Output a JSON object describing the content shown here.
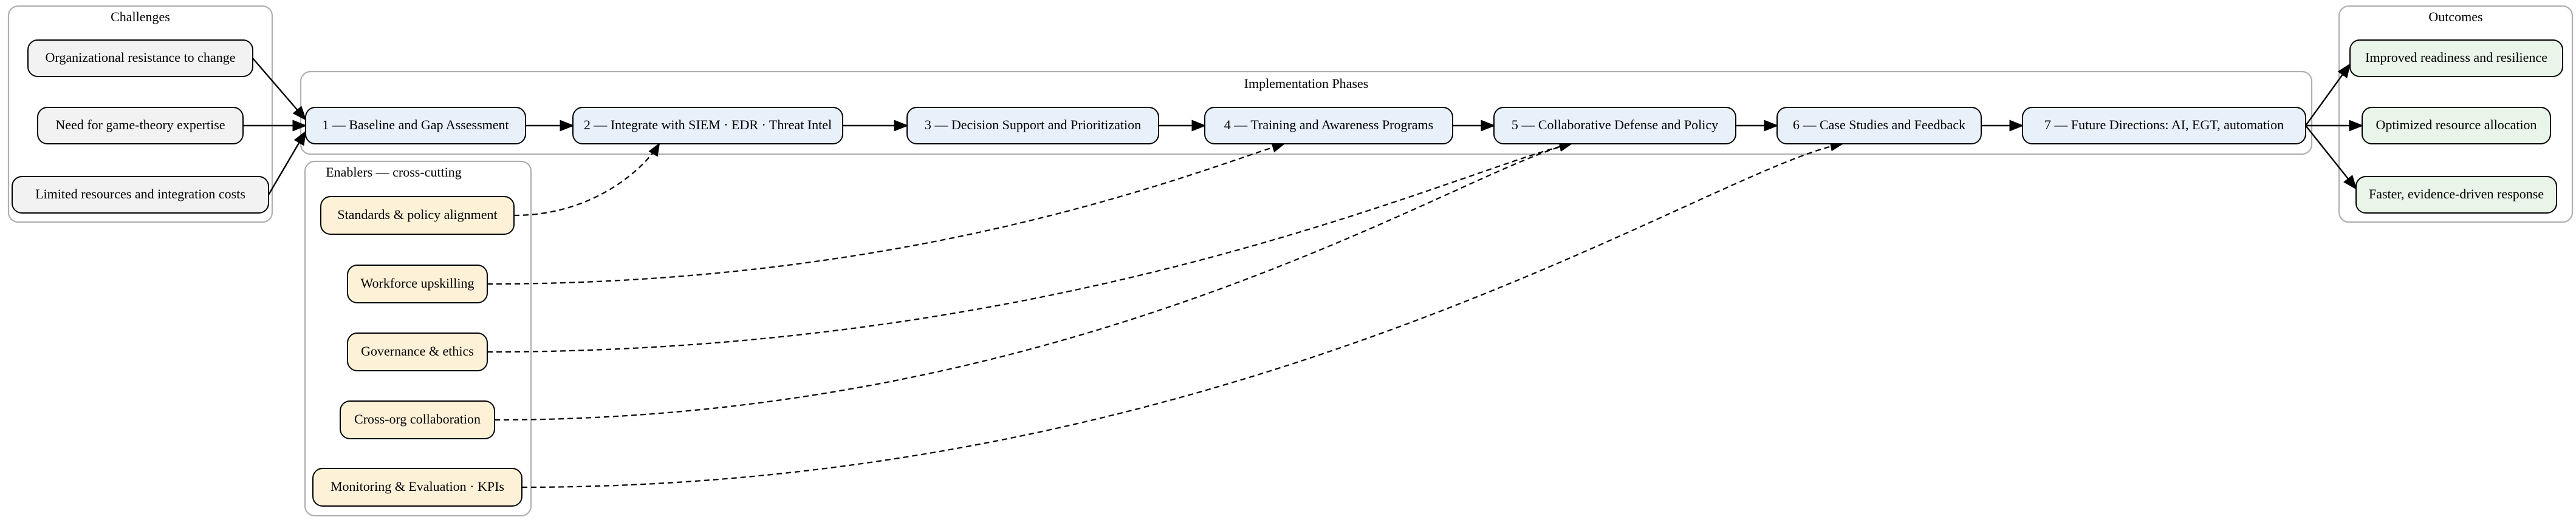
{
  "colors": {
    "challenge_fill": "#f2f2f2",
    "phase_fill": "#e8f0fa",
    "enabler_fill": "#fdf1d8",
    "outcome_fill": "#e8f5e8",
    "cluster_border": "#b0b0b0",
    "edge": "#000000"
  },
  "clusters": {
    "challenges": "Challenges",
    "phases": "Implementation Phases",
    "enablers": "Enablers — cross-cutting",
    "outcomes": "Outcomes"
  },
  "challenges": [
    "Organizational resistance to change",
    "Need for game-theory expertise",
    "Limited resources and integration costs"
  ],
  "phases": [
    "1 — Baseline and Gap Assessment",
    "2 — Integrate with SIEM · EDR · Threat Intel",
    "3 — Decision Support and Prioritization",
    "4 — Training and Awareness Programs",
    "5 — Collaborative Defense and Policy",
    "6 — Case Studies and Feedback",
    "7 — Future Directions: AI, EGT, automation"
  ],
  "enablers": [
    "Standards & policy alignment",
    "Workforce upskilling",
    "Governance & ethics",
    "Cross-org collaboration",
    "Monitoring & Evaluation · KPIs"
  ],
  "outcomes": [
    "Improved readiness and resilience",
    "Optimized resource allocation",
    "Faster, evidence-driven response"
  ],
  "edges": [
    {
      "from": "challenge-0",
      "to": "phase-0",
      "style": "solid"
    },
    {
      "from": "challenge-1",
      "to": "phase-0",
      "style": "solid"
    },
    {
      "from": "challenge-2",
      "to": "phase-0",
      "style": "solid"
    },
    {
      "from": "phase-0",
      "to": "phase-1",
      "style": "solid"
    },
    {
      "from": "phase-1",
      "to": "phase-2",
      "style": "solid"
    },
    {
      "from": "phase-2",
      "to": "phase-3",
      "style": "solid"
    },
    {
      "from": "phase-3",
      "to": "phase-4",
      "style": "solid"
    },
    {
      "from": "phase-4",
      "to": "phase-5",
      "style": "solid"
    },
    {
      "from": "phase-5",
      "to": "phase-6",
      "style": "solid"
    },
    {
      "from": "phase-6",
      "to": "outcome-0",
      "style": "solid"
    },
    {
      "from": "phase-6",
      "to": "outcome-1",
      "style": "solid"
    },
    {
      "from": "phase-6",
      "to": "outcome-2",
      "style": "solid"
    },
    {
      "from": "enabler-0",
      "to": "phase-1",
      "style": "dashed"
    },
    {
      "from": "enabler-1",
      "to": "phase-3",
      "style": "dashed"
    },
    {
      "from": "enabler-2",
      "to": "phase-4",
      "style": "dashed"
    },
    {
      "from": "enabler-3",
      "to": "phase-4",
      "style": "dashed"
    },
    {
      "from": "enabler-4",
      "to": "phase-5",
      "style": "dashed"
    }
  ]
}
